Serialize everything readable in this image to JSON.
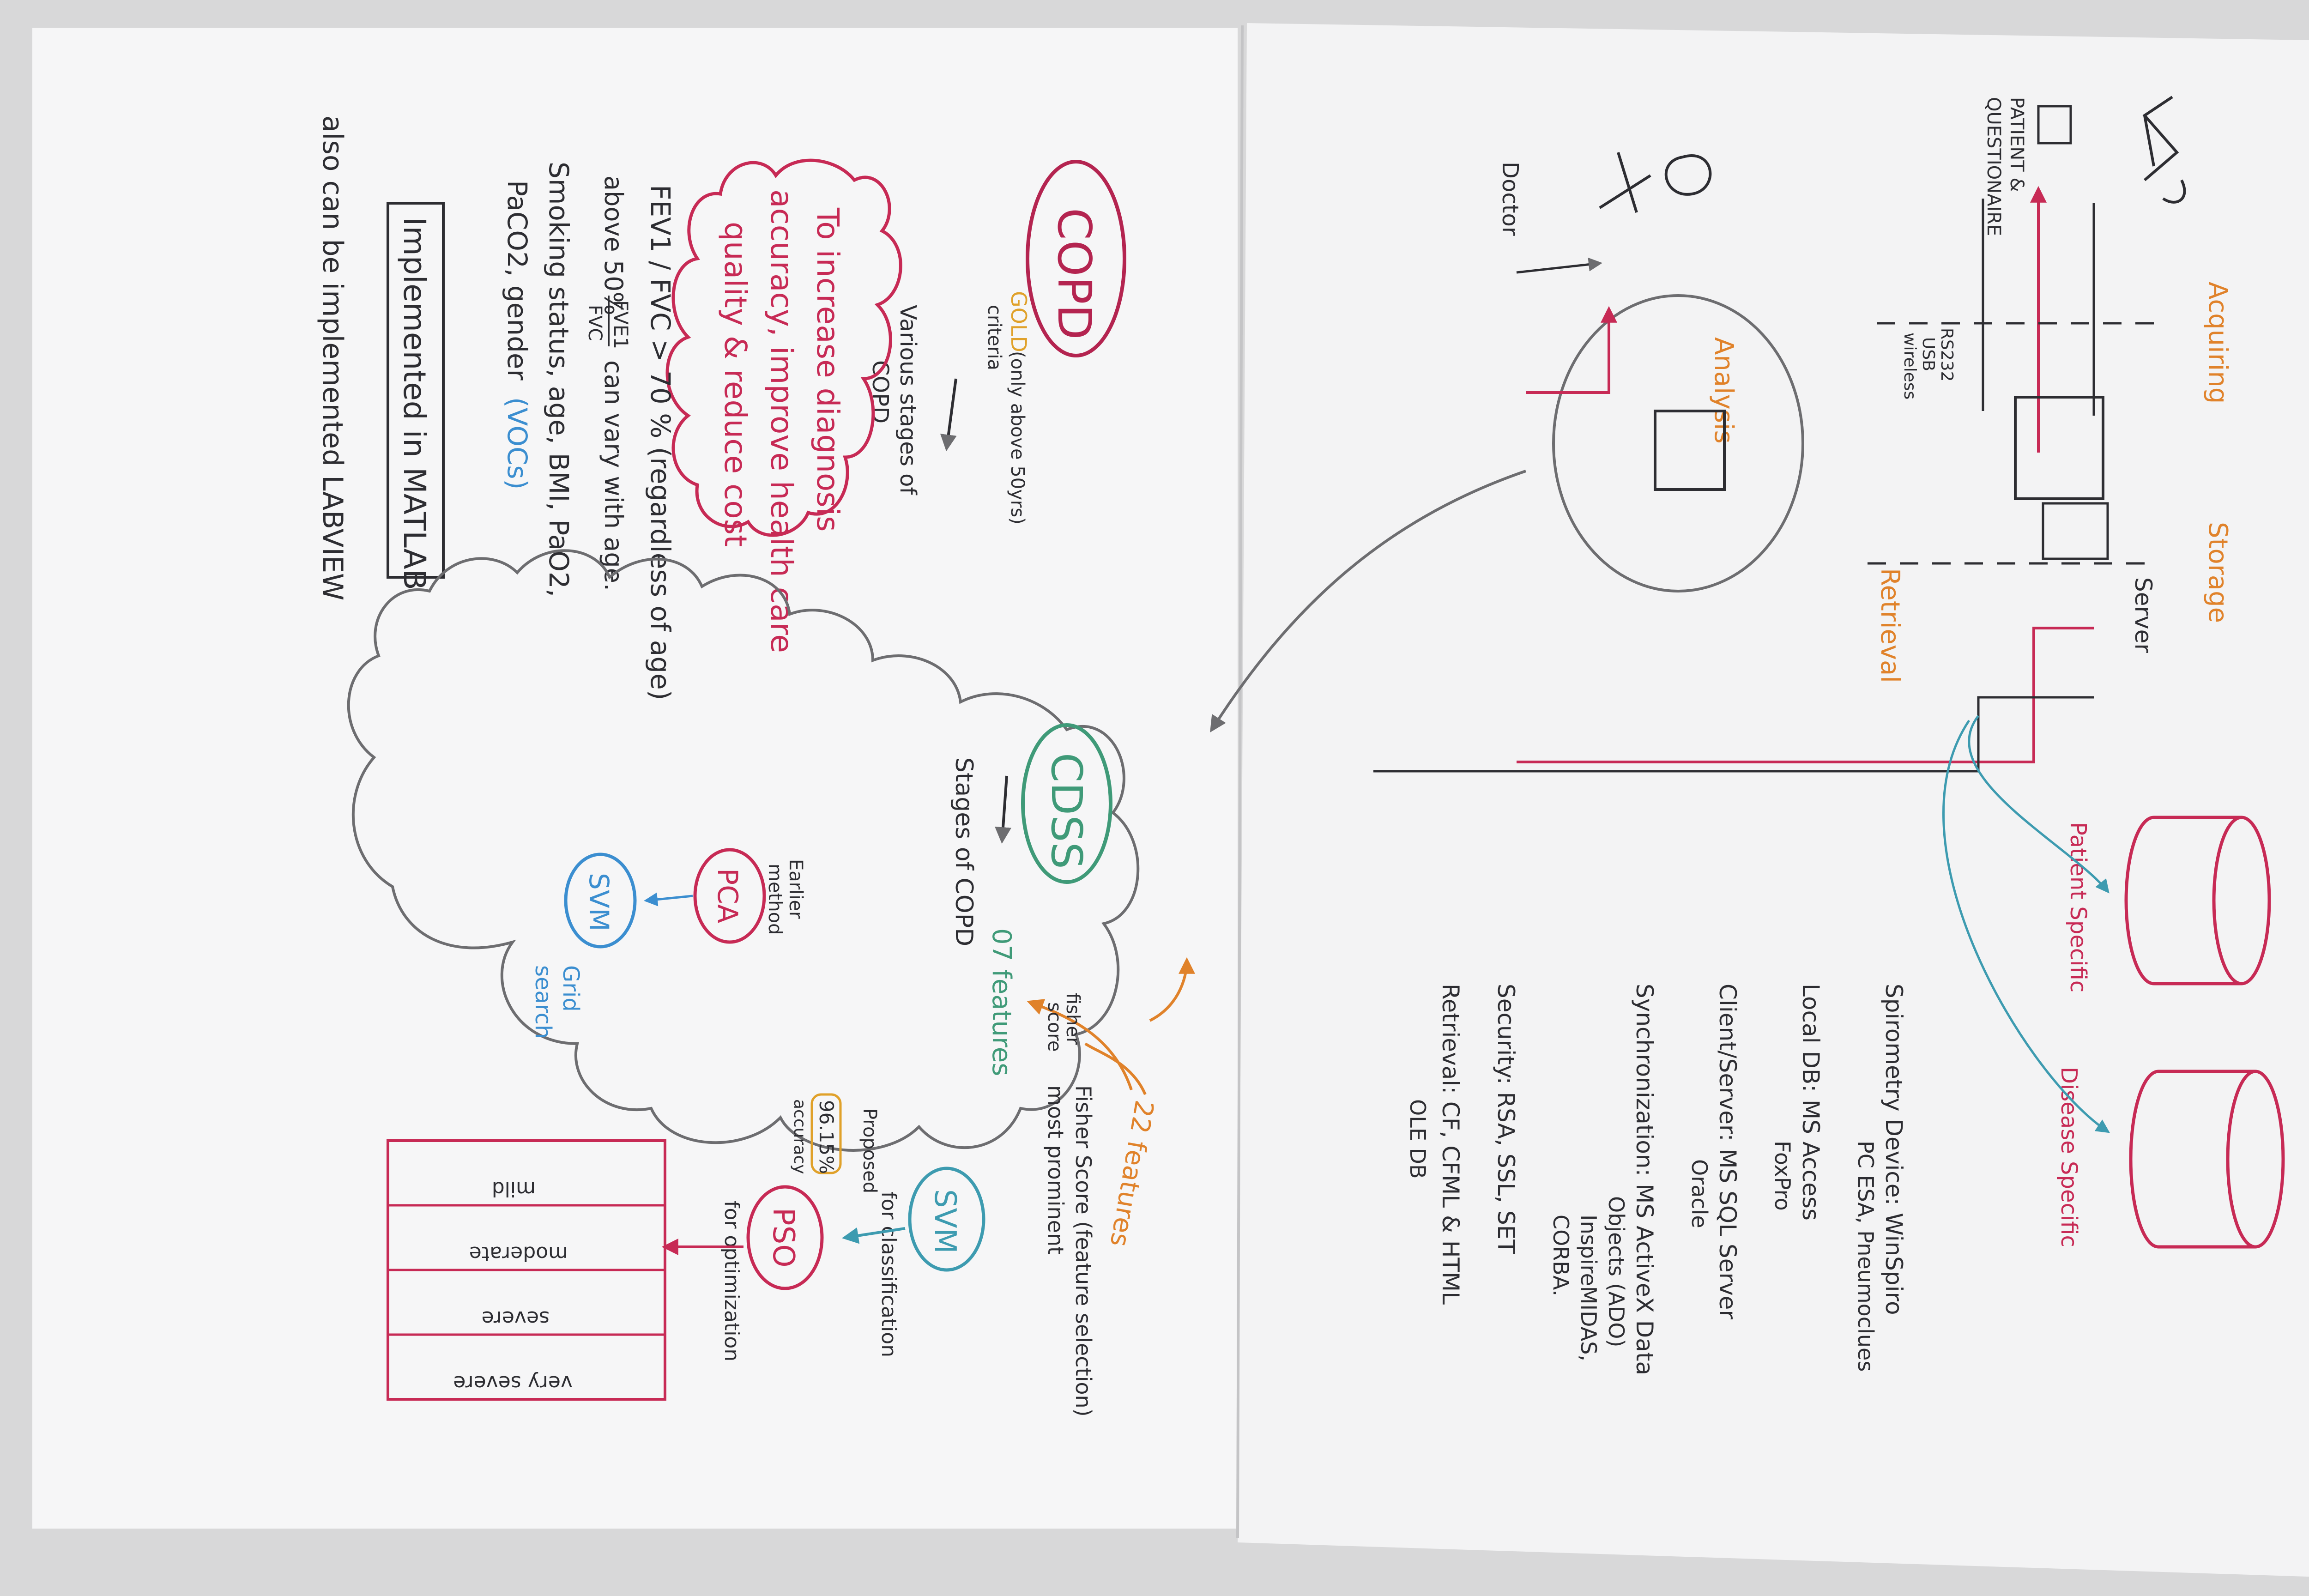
{
  "left_sheet": {
    "copd": {
      "title": "COPD",
      "gold_word": "GOLD",
      "gold_note": "(only above 50yrs)",
      "criteria": "criteria",
      "stages_1": "Various stages of",
      "stages_2": "COPD"
    },
    "goal_cloud": {
      "line1": "To increase diagnosis",
      "line2": "accuracy, improve health care",
      "line3": "quality & reduce cost"
    },
    "fev": {
      "line1": "FEV1 / FVC  > 70 %  (regardless of age)",
      "line2_a": "above 50%",
      "line2_frac_num": "FVE1",
      "line2_frac_den": "FVC",
      "line2_b": "can vary with age.",
      "line3": "Smoking status, age, BMI, PaO2,",
      "line4_a": "PaCO2, gender",
      "line4_b": "(VOCs)"
    },
    "implemented": "Implemented in MATLAB",
    "also": "also can be implemented   LABVIEW",
    "cdss_cloud": {
      "cdss": "CDSS",
      "stages_of_copd": "Stages of COPD",
      "f22": "22 features",
      "fisher_score": "Fisher Score (feature selection)",
      "most_prominent": "most prominent",
      "fisher_small_1": "fisher",
      "fisher_small_2": "score",
      "f07": "07 features",
      "svm_right": "SVM",
      "for_classification": "for classification",
      "pso": "PSO",
      "for_optimization": "for optimization",
      "proposed": "Proposed",
      "accuracy_value": "96.15%",
      "accuracy_label": "accuracy",
      "pca": "PCA",
      "earlier_1": "Earlier",
      "earlier_2": "method",
      "svm_left": "SVM",
      "grid_1": "Grid",
      "grid_2": "search",
      "severity": [
        "mild",
        "moderate",
        "severe",
        "very severe"
      ]
    }
  },
  "right_sheet": {
    "acquiring": "Acquiring",
    "storage": "Storage",
    "retrieval": "Retrieval",
    "analysis": "Analysis",
    "server": "Server",
    "doctor": "Doctor",
    "patient_1": "PATIENT &",
    "patient_2": "QUESTIONAIRE",
    "rs232": "RS232",
    "usb": "USB",
    "wireless": "wireless",
    "patient_specific": "Patient Specific",
    "disease_specific": "Disease Specific",
    "spiro_1": "Spirometry Device: WinSpiro",
    "spiro_2": "PC ESA, Pneumoclues",
    "localdb_1": "Local DB: MS Access",
    "localdb_2": "FoxPro",
    "cs_1": "Client/Server: MS SQL Server",
    "cs_2": "Oracle",
    "sync_1": "Synchronization: MS ActiveX Data",
    "sync_2": "Objects (ADO)",
    "sync_3": "InspireMIDAS,",
    "sync_4": "CORBA.",
    "security": "Security: RSA, SSL, SET",
    "retrieval_1": "Retrieval: CF, CFML & HTML",
    "retrieval_2": "OLE DB"
  },
  "colors": {
    "background": "#d8d8d9",
    "paper": "#f6f6f7",
    "pencil": "#6d6d70",
    "ink": "#2d2d32",
    "red": "#c72a55",
    "pink": "#d4467a",
    "orange": "#e0822a",
    "green": "#3f9a78",
    "teal": "#3d9bb0",
    "blue": "#3b8ed0",
    "purple": "#6a4f8a"
  }
}
